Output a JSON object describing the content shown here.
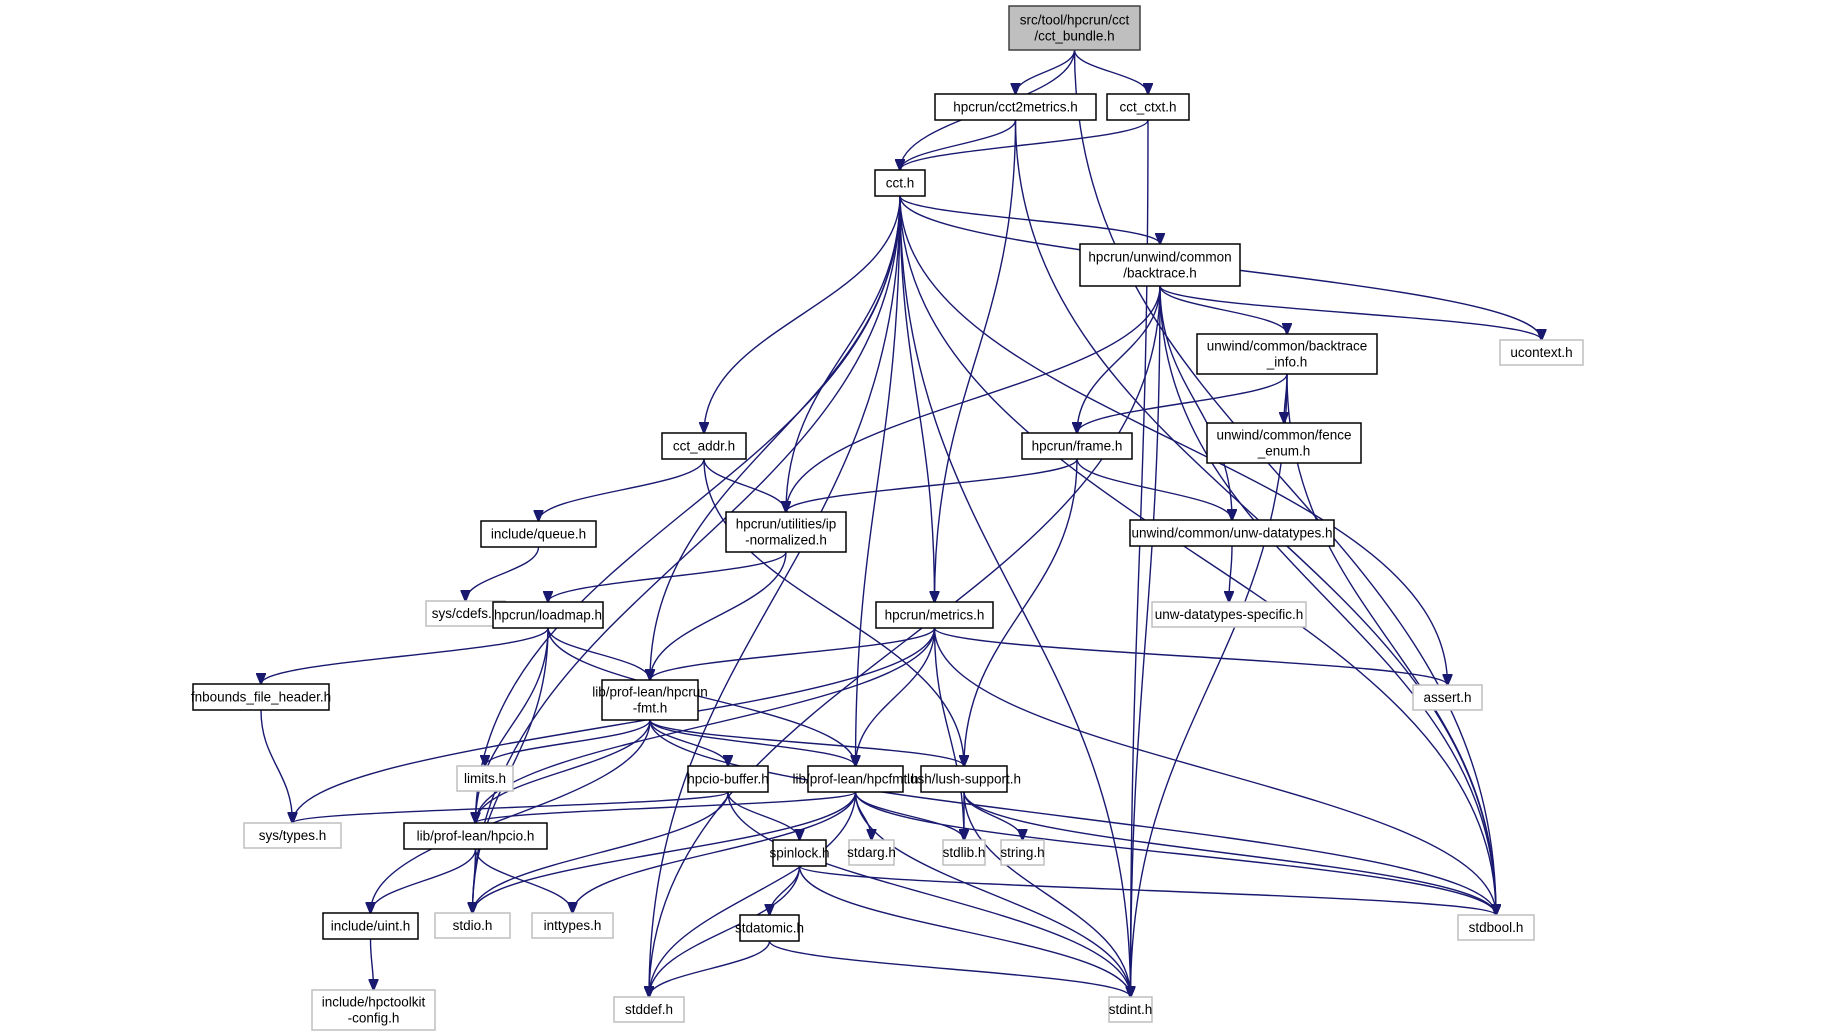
{
  "diagram": {
    "type": "include-dependency-graph",
    "colors": {
      "edge": "#191970",
      "root_fill": "#bfbfbf",
      "root_border": "#404040",
      "local_border": "#000000",
      "system_border": "#bfbfbf"
    },
    "nodes": [
      {
        "id": "cct_bundle",
        "lines": [
          "src/tool/hpcrun/cct",
          "/cct_bundle.h"
        ],
        "kind": "root"
      },
      {
        "id": "cct2metrics",
        "lines": [
          "hpcrun/cct2metrics.h"
        ],
        "kind": "local"
      },
      {
        "id": "cct_ctxt",
        "lines": [
          "cct_ctxt.h"
        ],
        "kind": "local"
      },
      {
        "id": "cct",
        "lines": [
          "cct.h"
        ],
        "kind": "local"
      },
      {
        "id": "backtrace",
        "lines": [
          "hpcrun/unwind/common",
          "/backtrace.h"
        ],
        "kind": "local"
      },
      {
        "id": "ucontext",
        "lines": [
          "ucontext.h"
        ],
        "kind": "system"
      },
      {
        "id": "backtrace_info",
        "lines": [
          "unwind/common/backtrace",
          "_info.h"
        ],
        "kind": "local"
      },
      {
        "id": "fence_enum",
        "lines": [
          "unwind/common/fence",
          "_enum.h"
        ],
        "kind": "local"
      },
      {
        "id": "cct_addr",
        "lines": [
          "cct_addr.h"
        ],
        "kind": "local"
      },
      {
        "id": "frame",
        "lines": [
          "hpcrun/frame.h"
        ],
        "kind": "local"
      },
      {
        "id": "ip_normalized",
        "lines": [
          "hpcrun/utilities/ip",
          "-normalized.h"
        ],
        "kind": "local"
      },
      {
        "id": "queue",
        "lines": [
          "include/queue.h"
        ],
        "kind": "local"
      },
      {
        "id": "unw_datatypes",
        "lines": [
          "unwind/common/unw-datatypes.h"
        ],
        "kind": "local"
      },
      {
        "id": "cdefs",
        "lines": [
          "sys/cdefs.h"
        ],
        "kind": "system"
      },
      {
        "id": "loadmap",
        "lines": [
          "hpcrun/loadmap.h"
        ],
        "kind": "local"
      },
      {
        "id": "metrics",
        "lines": [
          "hpcrun/metrics.h"
        ],
        "kind": "local"
      },
      {
        "id": "unw_specific",
        "lines": [
          "unw-datatypes-specific.h"
        ],
        "kind": "system"
      },
      {
        "id": "fnbounds",
        "lines": [
          "fnbounds_file_header.h"
        ],
        "kind": "local"
      },
      {
        "id": "hpcrun_fmt",
        "lines": [
          "lib/prof-lean/hpcrun",
          "-fmt.h"
        ],
        "kind": "local"
      },
      {
        "id": "assert",
        "lines": [
          "assert.h"
        ],
        "kind": "system"
      },
      {
        "id": "limits",
        "lines": [
          "limits.h"
        ],
        "kind": "system"
      },
      {
        "id": "hpcio_buffer",
        "lines": [
          "hpcio-buffer.h"
        ],
        "kind": "local"
      },
      {
        "id": "hpcfmt",
        "lines": [
          "lib/prof-lean/hpcfmt.h"
        ],
        "kind": "local"
      },
      {
        "id": "lush",
        "lines": [
          "lush/lush-support.h"
        ],
        "kind": "local"
      },
      {
        "id": "sys_types",
        "lines": [
          "sys/types.h"
        ],
        "kind": "system"
      },
      {
        "id": "hpcio",
        "lines": [
          "lib/prof-lean/hpcio.h"
        ],
        "kind": "local"
      },
      {
        "id": "spinlock",
        "lines": [
          "spinlock.h"
        ],
        "kind": "local"
      },
      {
        "id": "stdarg",
        "lines": [
          "stdarg.h"
        ],
        "kind": "system"
      },
      {
        "id": "stdlib",
        "lines": [
          "stdlib.h"
        ],
        "kind": "system"
      },
      {
        "id": "string",
        "lines": [
          "string.h"
        ],
        "kind": "system"
      },
      {
        "id": "uint",
        "lines": [
          "include/uint.h"
        ],
        "kind": "local"
      },
      {
        "id": "stdio",
        "lines": [
          "stdio.h"
        ],
        "kind": "system"
      },
      {
        "id": "inttypes",
        "lines": [
          "inttypes.h"
        ],
        "kind": "system"
      },
      {
        "id": "stdatomic",
        "lines": [
          "stdatomic.h"
        ],
        "kind": "local"
      },
      {
        "id": "stdbool",
        "lines": [
          "stdbool.h"
        ],
        "kind": "system"
      },
      {
        "id": "hpctoolkit_config",
        "lines": [
          "include/hpctoolkit",
          "-config.h"
        ],
        "kind": "system"
      },
      {
        "id": "stddef",
        "lines": [
          "stddef.h"
        ],
        "kind": "system"
      },
      {
        "id": "stdint",
        "lines": [
          "stdint.h"
        ],
        "kind": "system"
      }
    ],
    "edges": [
      [
        "cct_bundle",
        "cct"
      ],
      [
        "cct_bundle",
        "cct2metrics"
      ],
      [
        "cct_bundle",
        "cct_ctxt"
      ],
      [
        "cct_bundle",
        "stdbool"
      ],
      [
        "cct2metrics",
        "cct"
      ],
      [
        "cct2metrics",
        "metrics"
      ],
      [
        "cct2metrics",
        "stdbool"
      ],
      [
        "cct_ctxt",
        "cct"
      ],
      [
        "cct_ctxt",
        "stdint"
      ],
      [
        "cct",
        "backtrace"
      ],
      [
        "cct",
        "ucontext"
      ],
      [
        "cct",
        "cct_addr"
      ],
      [
        "cct",
        "ip_normalized"
      ],
      [
        "cct",
        "metrics"
      ],
      [
        "cct",
        "hpcrun_fmt"
      ],
      [
        "cct",
        "hpcfmt"
      ],
      [
        "cct",
        "hpcio"
      ],
      [
        "cct",
        "stdio"
      ],
      [
        "cct",
        "stddef"
      ],
      [
        "cct",
        "assert"
      ],
      [
        "cct",
        "stdbool"
      ],
      [
        "cct",
        "stdint"
      ],
      [
        "backtrace",
        "ucontext"
      ],
      [
        "backtrace",
        "backtrace_info"
      ],
      [
        "backtrace",
        "frame"
      ],
      [
        "backtrace",
        "ip_normalized"
      ],
      [
        "backtrace",
        "unw_datatypes"
      ],
      [
        "backtrace",
        "stddef"
      ],
      [
        "backtrace",
        "stdbool"
      ],
      [
        "backtrace",
        "stdint"
      ],
      [
        "backtrace_info",
        "fence_enum"
      ],
      [
        "backtrace_info",
        "frame"
      ],
      [
        "backtrace_info",
        "stdbool"
      ],
      [
        "backtrace_info",
        "stdint"
      ],
      [
        "cct_addr",
        "ip_normalized"
      ],
      [
        "cct_addr",
        "queue"
      ],
      [
        "cct_addr",
        "lush"
      ],
      [
        "frame",
        "ip_normalized"
      ],
      [
        "frame",
        "unw_datatypes"
      ],
      [
        "frame",
        "lush"
      ],
      [
        "ip_normalized",
        "loadmap"
      ],
      [
        "ip_normalized",
        "hpcrun_fmt"
      ],
      [
        "queue",
        "cdefs"
      ],
      [
        "unw_datatypes",
        "unw_specific"
      ],
      [
        "loadmap",
        "fnbounds"
      ],
      [
        "loadmap",
        "hpcrun_fmt"
      ],
      [
        "loadmap",
        "hpcfmt"
      ],
      [
        "loadmap",
        "hpcio"
      ],
      [
        "loadmap",
        "stdio"
      ],
      [
        "metrics",
        "hpcrun_fmt"
      ],
      [
        "metrics",
        "hpcfmt"
      ],
      [
        "metrics",
        "hpcio"
      ],
      [
        "metrics",
        "assert"
      ],
      [
        "metrics",
        "sys_types"
      ],
      [
        "metrics",
        "stdlib"
      ],
      [
        "metrics",
        "stdbool"
      ],
      [
        "fnbounds",
        "sys_types"
      ],
      [
        "hpcrun_fmt",
        "limits"
      ],
      [
        "hpcrun_fmt",
        "hpcio_buffer"
      ],
      [
        "hpcrun_fmt",
        "hpcfmt"
      ],
      [
        "hpcrun_fmt",
        "lush"
      ],
      [
        "hpcrun_fmt",
        "hpcio"
      ],
      [
        "hpcrun_fmt",
        "uint"
      ],
      [
        "hpcrun_fmt",
        "stdbool"
      ],
      [
        "hpcio_buffer",
        "spinlock"
      ],
      [
        "hpcio_buffer",
        "sys_types"
      ],
      [
        "hpcio_buffer",
        "stdio"
      ],
      [
        "hpcio_buffer",
        "stdint"
      ],
      [
        "hpcfmt",
        "hpcio"
      ],
      [
        "hpcfmt",
        "stdarg"
      ],
      [
        "hpcfmt",
        "stdlib"
      ],
      [
        "hpcfmt",
        "stdio"
      ],
      [
        "hpcfmt",
        "inttypes"
      ],
      [
        "hpcfmt",
        "stddef"
      ],
      [
        "hpcfmt",
        "stdint"
      ],
      [
        "hpcfmt",
        "stdbool"
      ],
      [
        "lush",
        "stdlib"
      ],
      [
        "lush",
        "string"
      ],
      [
        "lush",
        "stdbool"
      ],
      [
        "lush",
        "stdint"
      ],
      [
        "hpcio",
        "uint"
      ],
      [
        "hpcio",
        "stdio"
      ],
      [
        "hpcio",
        "inttypes"
      ],
      [
        "spinlock",
        "stdatomic"
      ],
      [
        "spinlock",
        "stddef"
      ],
      [
        "spinlock",
        "stdint"
      ],
      [
        "spinlock",
        "stdbool"
      ],
      [
        "stdatomic",
        "stddef"
      ],
      [
        "stdatomic",
        "stdint"
      ],
      [
        "uint",
        "hpctoolkit_config"
      ]
    ]
  }
}
